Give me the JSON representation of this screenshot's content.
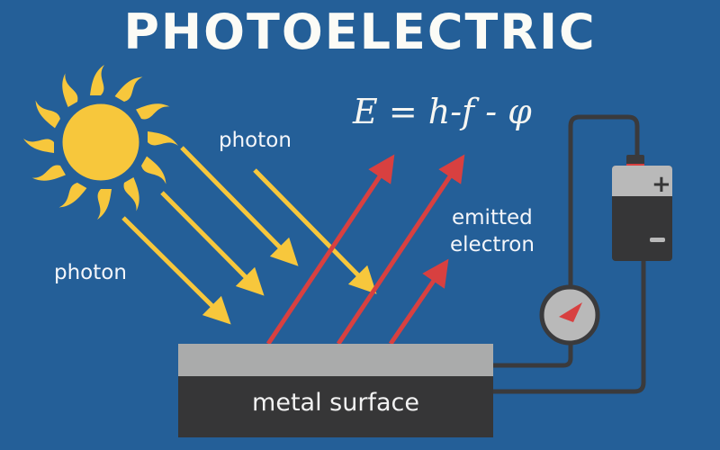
{
  "title": "PHOTOELECTRIC",
  "formula": "E = h-f - φ",
  "labels": {
    "photon_top": "photon",
    "photon_left": "photon",
    "emitted_electron_line1": "emitted",
    "emitted_electron_line2": "electron",
    "metal_surface": "metal surface"
  },
  "battery": {
    "positive": "+",
    "negative": "−"
  },
  "colors": {
    "background": "#245f98",
    "sun": "#f7c73c",
    "photon_arrow": "#f7c73c",
    "electron_arrow": "#d84040",
    "wire": "#3a3a3c",
    "metal_top": "#aaabab",
    "metal_body": "#363637"
  }
}
